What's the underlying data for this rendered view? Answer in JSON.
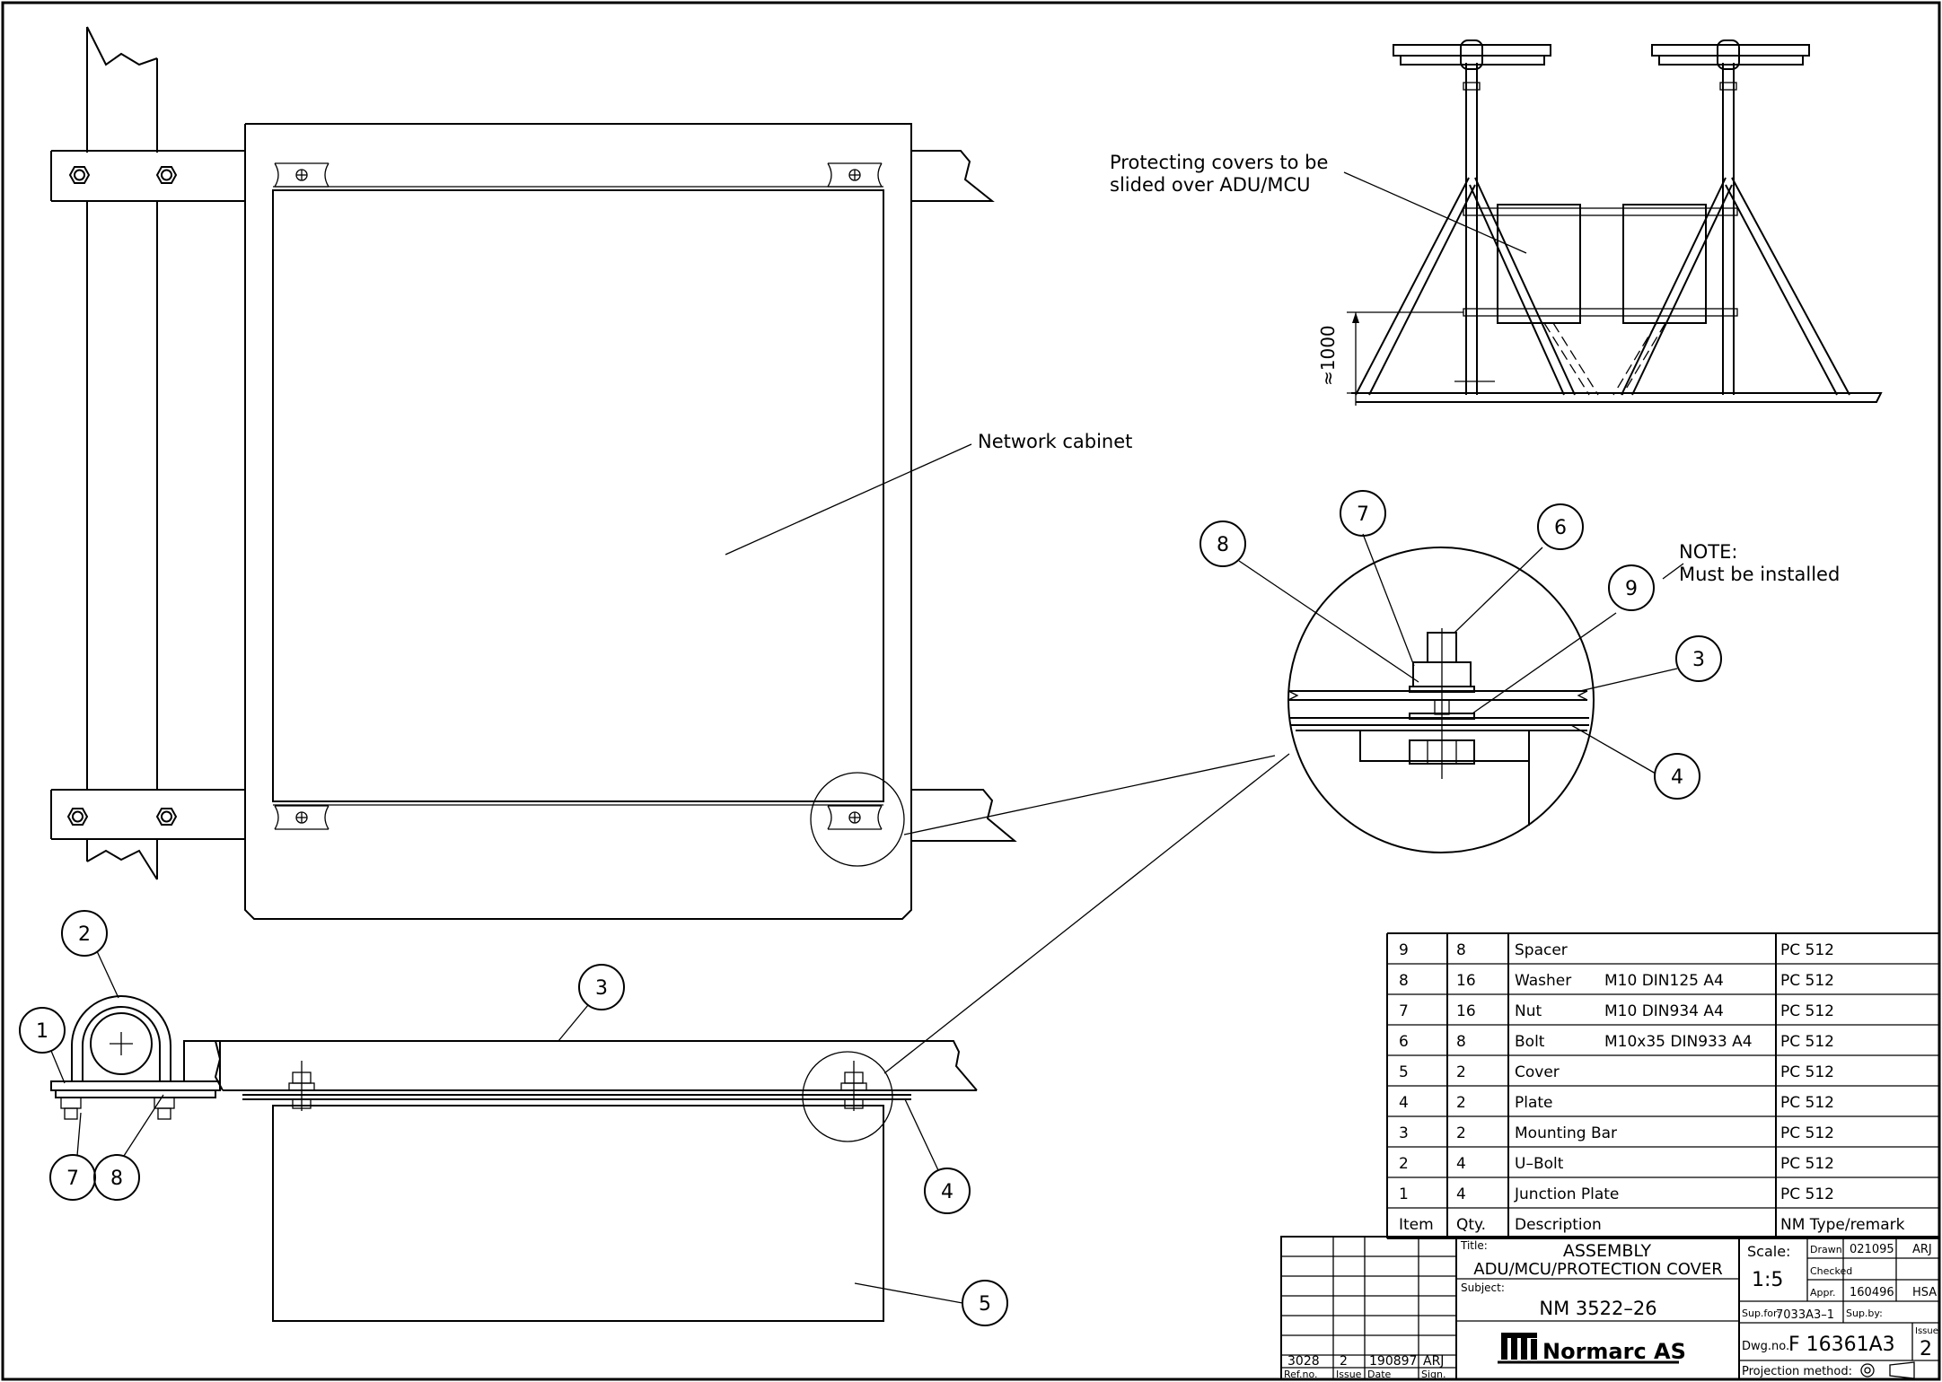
{
  "drawing": {
    "annotations": {
      "protecting_covers_line1": "Protecting covers to be",
      "protecting_covers_line2": "slided over ADU/MCU",
      "network_cabinet": "Network cabinet",
      "note_line1": "NOTE:",
      "note_line2": "Must be installed",
      "dimension": "≈1000"
    },
    "balloons": {
      "view_top": [
        "8",
        "7",
        "6",
        "9",
        "3",
        "4"
      ],
      "view_bottom": [
        "2",
        "1",
        "7",
        "8",
        "3",
        "4",
        "5"
      ]
    }
  },
  "parts_list": {
    "header": {
      "item": "Item",
      "qty": "Qty.",
      "description": "Description",
      "type": "NM Type/remark"
    },
    "rows": [
      {
        "item": "9",
        "qty": "8",
        "description": "Spacer",
        "spec": "",
        "type": "PC 512"
      },
      {
        "item": "8",
        "qty": "16",
        "description": "Washer",
        "spec": "M10 DIN125 A4",
        "type": "PC 512"
      },
      {
        "item": "7",
        "qty": "16",
        "description": "Nut",
        "spec": "M10 DIN934 A4",
        "type": "PC 512"
      },
      {
        "item": "6",
        "qty": "8",
        "description": "Bolt",
        "spec": "M10x35 DIN933 A4",
        "type": "PC 512"
      },
      {
        "item": "5",
        "qty": "2",
        "description": "Cover",
        "spec": "",
        "type": "PC 512"
      },
      {
        "item": "4",
        "qty": "2",
        "description": "Plate",
        "spec": "",
        "type": "PC 512"
      },
      {
        "item": "3",
        "qty": "2",
        "description": "Mounting Bar",
        "spec": "",
        "type": "PC 512"
      },
      {
        "item": "2",
        "qty": "4",
        "description": "U–Bolt",
        "spec": "",
        "type": "PC 512"
      },
      {
        "item": "1",
        "qty": "4",
        "description": "Junction Plate",
        "spec": "",
        "type": "PC 512"
      }
    ]
  },
  "title_block": {
    "title_label": "Title:",
    "title_line1": "ASSEMBLY",
    "title_line2": "ADU/MCU/PROTECTION COVER",
    "subject_label": "Subject:",
    "subject": "NM 3522–26",
    "company": "Normarc AS",
    "scale_label": "Scale:",
    "scale": "1:5",
    "drawn_label": "Drawn",
    "drawn_date": "021095",
    "drawn_by": "ARJ",
    "checked_label": "Checked",
    "appr_label": "Appr.",
    "appr_date": "160496",
    "appr_by": "HSA",
    "supfor_label": "Sup.for:",
    "supfor_value": "7033A3–1",
    "supby_label": "Sup.by:",
    "dwgno_label": "Dwg.no.:",
    "dwgno_value": "F 16361A3",
    "issue_label": "Issue",
    "issue_value": "2",
    "projection_label": "Projection method:",
    "revision": {
      "refno": "3028",
      "issue": "2",
      "date": "190897",
      "sign": "ARJ"
    },
    "revision_headers": {
      "refno": "Ref.no.",
      "issue": "Issue",
      "date": "Date",
      "sign": "Sign."
    }
  }
}
